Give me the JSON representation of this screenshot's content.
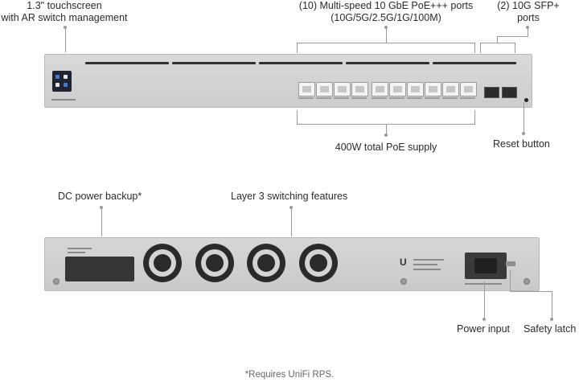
{
  "front": {
    "touchscreen_line1": "1.3\" touchscreen",
    "touchscreen_line2": "with AR switch management",
    "ports_line1": "(10) Multi-speed 10 GbE PoE+++ ports",
    "ports_line2": "(10G/5G/2.5G/1G/100M)",
    "sfp_line1": "(2) 10G SFP+",
    "sfp_line2": "ports",
    "poe_supply": "400W total PoE supply",
    "reset_button": "Reset button"
  },
  "rear": {
    "dc_backup": "DC power backup*",
    "layer3": "Layer 3 switching features",
    "power_input": "Power input",
    "safety_latch": "Safety latch"
  },
  "footnote": "*Requires UniFi RPS."
}
